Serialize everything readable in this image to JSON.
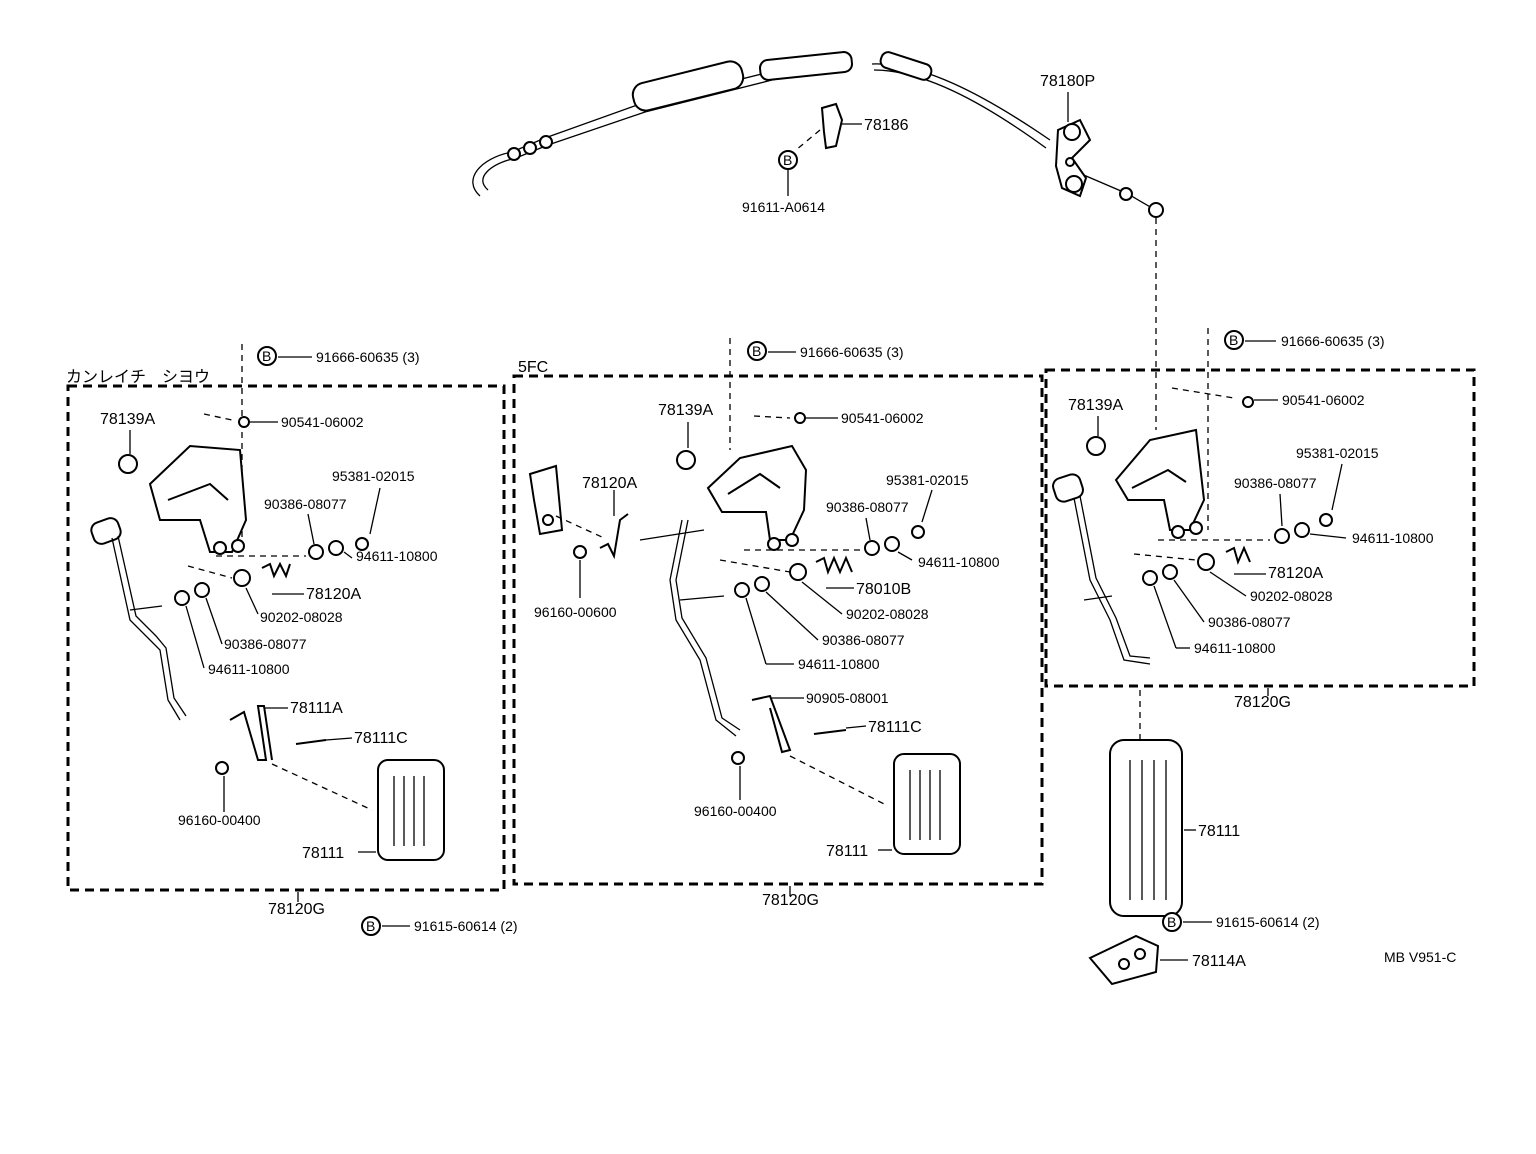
{
  "group_labels": {
    "left": "カンレイチ　シヨウ",
    "middle": "5FC"
  },
  "callouts": {
    "cable": "78180P",
    "clip": "78186",
    "clip_bolt": "91611-A0614",
    "top_bolt_l": "91666-60635 (3)",
    "top_bolt_m": "91666-60635 (3)",
    "top_bolt_r": "91666-60635 (3)",
    "bushing_l": "78139A",
    "bushing_m": "78139A",
    "bushing_r": "78139A",
    "screw_l": "90541-06002",
    "screw_m": "90541-06002",
    "screw_r": "90541-06002",
    "nut_l": "95381-02015",
    "nut_m": "95381-02015",
    "nut_r": "95381-02015",
    "washer_a_l": "90386-08077",
    "washer_a_m": "90386-08077",
    "washer_a_r": "90386-08077",
    "washer_b_l": "94611-10800",
    "washer_b_m": "94611-10800",
    "washer_b_r": "94611-10800",
    "spring_l": "78120A",
    "spring_m": "78010B",
    "spring_r": "78120A",
    "pin_l": "90202-08028",
    "pin_m": "90202-08028",
    "pin_r": "90202-08028",
    "washer_c_l": "90386-08077",
    "washer_c_m": "90386-08077",
    "washer_c_r": "90386-08077",
    "washer_d_l": "94611-10800",
    "washer_d_m": "94611-10800",
    "washer_d_r": "94611-10800",
    "link_l": "78111A",
    "bolt_l": "78111C",
    "bolt_m": "78111C",
    "clip_l": "96160-00400",
    "clip_m": "96160-00400",
    "pad_l": "78111",
    "pad_m": "78111",
    "pad_r": "78111",
    "spring5_m": "78120A",
    "clip600_m": "96160-00600",
    "torsion_m": "90905-08001",
    "assy_l": "78120G",
    "assy_m": "78120G",
    "assy_r": "78120G",
    "bot_bolt_l": "91615-60614 (2)",
    "bot_bolt_r": "91615-60614 (2)",
    "stopper_r": "78114A",
    "ref_code": "MB V951-C"
  },
  "b_symbol": "B"
}
